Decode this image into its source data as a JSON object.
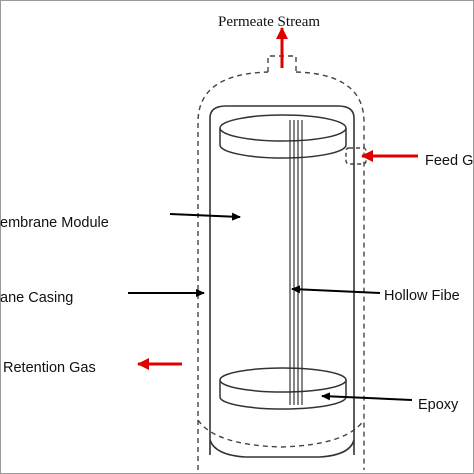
{
  "labels": {
    "permeate_stream": "Permeate Stream",
    "feed": "Feed G",
    "membrane_module": "embrane Module",
    "membrane_casing": "ane Casing",
    "hollow_fiber": "Hollow Fibe",
    "retention_gas": "Retention Gas",
    "epoxy": "Epoxy"
  },
  "colors": {
    "flow_arrow": "#e00000",
    "pointer_arrow": "#000000",
    "outline": "#333333",
    "frame": "#888888"
  }
}
